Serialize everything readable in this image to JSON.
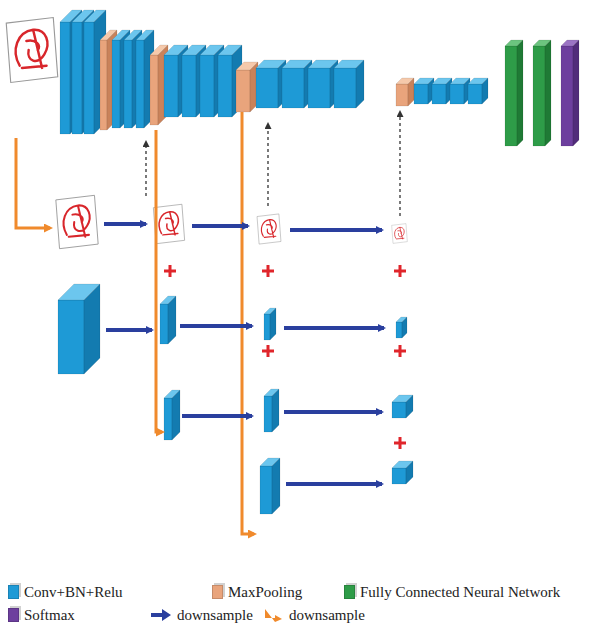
{
  "diagram": {
    "legend": [
      {
        "text": "Conv+BN+Relu",
        "color": "#1e9ad6"
      },
      {
        "text": "MaxPooling",
        "color": "#e9a47c"
      },
      {
        "text": "Fully Connected Neural Network",
        "color": "#2e9c48"
      },
      {
        "text": "Softmax",
        "color": "#6d3f9e"
      },
      {
        "text": "downsample"
      },
      {
        "text": "downsample"
      }
    ]
  }
}
